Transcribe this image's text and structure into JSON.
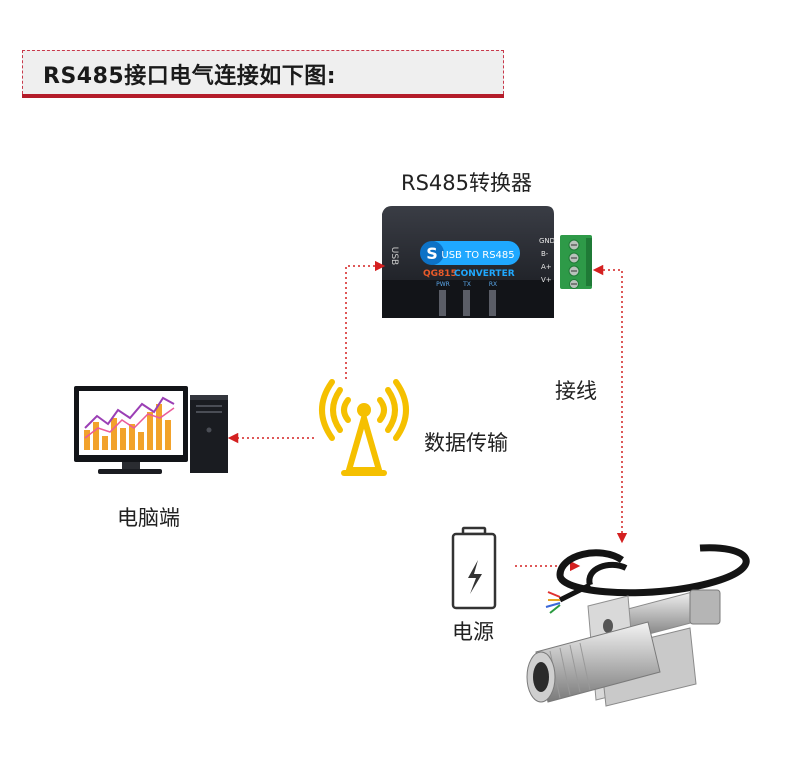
{
  "header": {
    "title": "RS485接口电气连接如下图:"
  },
  "labels": {
    "converter_title": "RS485转换器",
    "wiring": "接线",
    "data_transmission": "数据传输",
    "computer": "电脑端",
    "power": "电源"
  },
  "converter": {
    "badge": "USB TO RS485",
    "model": "QG815",
    "type": "CONVERTER",
    "port_label": "USB",
    "leds": [
      "PWR",
      "TX",
      "RX"
    ],
    "terminals": [
      "GND",
      "B-",
      "A+",
      "V+"
    ]
  },
  "colors": {
    "accent": "#b41c2a",
    "arrow": "#d42020",
    "antenna": "#f5c000",
    "terminal_green": "#2e9a48",
    "badge_blue": "#1fa8ff"
  }
}
